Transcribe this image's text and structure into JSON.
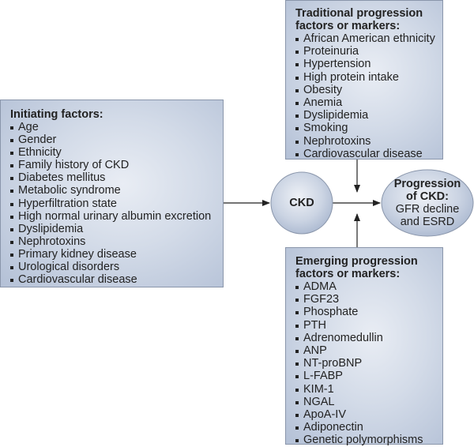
{
  "initiating": {
    "title": "Initiating factors:",
    "items": [
      "Age",
      "Gender",
      "Ethnicity",
      "Family history of CKD",
      "Diabetes mellitus",
      "Metabolic syndrome",
      "Hyperfiltration state",
      "High normal urinary albumin excretion",
      "Dyslipidemia",
      "Nephrotoxins",
      "Primary kidney disease",
      "Urological disorders",
      "Cardiovascular disease"
    ]
  },
  "traditional": {
    "title": "Traditional progression factors or markers:",
    "items": [
      "African American ethnicity",
      "Proteinuria",
      "Hypertension",
      "High protein intake",
      "Obesity",
      "Anemia",
      "Dyslipidemia",
      "Smoking",
      "Nephrotoxins",
      "Cardiovascular disease"
    ]
  },
  "emerging": {
    "title": "Emerging progression factors or markers:",
    "items": [
      "ADMA",
      "FGF23",
      "Phosphate",
      "PTH",
      "Adrenomedullin",
      "ANP",
      "NT-proBNP",
      "L-FABP",
      "KIM-1",
      "NGAL",
      "ApoA-IV",
      "Adiponectin",
      "Genetic polymorphisms"
    ]
  },
  "ckd_node": {
    "label": "CKD"
  },
  "progression_node": {
    "title_line1": "Progression",
    "title_line2": "of CKD:",
    "line3": "GFR decline",
    "line4": "and ESRD"
  },
  "colors": {
    "box_fill_light": "#e9edf4",
    "box_fill_dark": "#b3c0d6",
    "border": "#8a96ab",
    "arrow": "#222222"
  }
}
